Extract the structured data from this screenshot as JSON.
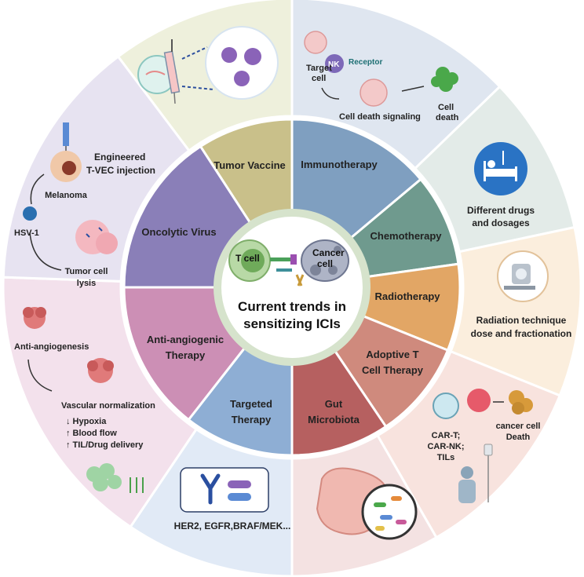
{
  "center": {
    "title_line1": "Current trends in",
    "title_line2": "sensitizing ICIs",
    "t_cell": "T cell",
    "cancer_cell_1": "Cancer",
    "cancer_cell_2": "cell"
  },
  "segments": {
    "tumor_vaccine": "Tumor Vaccine",
    "immunotherapy": "Immunotherapy",
    "chemotherapy": "Chemotherapy",
    "radiotherapy": "Radiotherapy",
    "adoptive_1": "Adoptive T",
    "adoptive_2": "Cell Therapy",
    "gut_1": "Gut",
    "gut_2": "Microbiota",
    "targeted_1": "Targeted",
    "targeted_2": "Therapy",
    "anti_angio_1": "Anti-angiogenic",
    "anti_angio_2": "Therapy",
    "oncolytic": "Oncolytic Virus"
  },
  "immunotherapy_panel": {
    "target_cell_1": "Target",
    "target_cell_2": "cell",
    "nk": "NK",
    "receptor": "Receptor",
    "signaling": "Cell death signaling",
    "cell_death_1": "Cell",
    "cell_death_2": "death"
  },
  "chemotherapy_panel": {
    "line1": "Different drugs",
    "line2": "and dosages"
  },
  "radiotherapy_panel": {
    "line1": "Radiation technique",
    "line2": "dose and fractionation"
  },
  "adoptive_panel": {
    "car_1": "CAR-T;",
    "car_2": "CAR-NK;",
    "car_3": "TILs",
    "death_1": "cancer cell",
    "death_2": "Death"
  },
  "targeted_panel": {
    "drugs": "HER2, EGFR,BRAF/MEK..."
  },
  "anti_angio_panel": {
    "title": "Anti-angiogenesis",
    "normalization": "Vascular normalization",
    "hypoxia": "↓  Hypoxia",
    "blood_flow": "↑  Blood flow",
    "til": "↑  TIL/Drug delivery"
  },
  "oncolytic_panel": {
    "engineered_1": "Engineered",
    "engineered_2": "T-VEC injection",
    "melanoma": "Melanoma",
    "hsv": "HSV-1",
    "lysis_1": "Tumor cell",
    "lysis_2": "lysis"
  },
  "colors": {
    "tumor_vaccine_inner": "#c9c08a",
    "tumor_vaccine_outer": "#eef0dc",
    "immunotherapy_inner": "#7f9fc0",
    "immunotherapy_outer": "#dfe6f0",
    "chemotherapy_inner": "#6f9a8e",
    "chemotherapy_outer": "#e3ebe8",
    "radiotherapy_inner": "#e2a665",
    "radiotherapy_outer": "#fbeedd",
    "adoptive_inner": "#cf8a7d",
    "adoptive_outer": "#f8e3de",
    "gut_inner": "#b66060",
    "gut_outer": "#f4e2e2",
    "targeted_inner": "#8eaed4",
    "targeted_outer": "#e1eaf6",
    "anti_angio_inner": "#cc8fb5",
    "anti_angio_outer": "#f3e1ec",
    "oncolytic_inner": "#8a7fb8",
    "oncolytic_outer": "#e7e3f1",
    "center_ring": "#d6e3cc"
  }
}
